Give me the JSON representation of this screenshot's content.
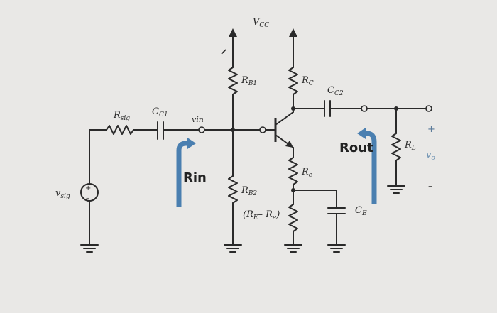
{
  "labels": {
    "vcc": "V",
    "vcc_sub": "CC",
    "rb1": "R",
    "rb1_sub": "B1",
    "rc": "R",
    "rc_sub": "C",
    "cc2": "C",
    "cc2_sub": "C2",
    "rsig": "R",
    "rsig_sub": "sig",
    "cc1": "C",
    "cc1_sub": "C1",
    "vin": "vin",
    "rout": "Rout",
    "rin": "Rin",
    "rl": "R",
    "rl_sub": "L",
    "re": "R",
    "re_sub": "e",
    "rb2": "R",
    "rb2_sub": "B2",
    "re_rest": "(R",
    "re_rest_sub": "E",
    "re_rest_tail": "– R",
    "re_rest_sub2": "e",
    "re_rest_close": ")",
    "ce": "C",
    "ce_sub": "E",
    "vsig": "v",
    "vsig_sub": "sig",
    "vo": "v",
    "vo_sub": "o",
    "plus": "+",
    "minus": "–"
  },
  "colors": {
    "arrow_blue": "#4a7fb0",
    "wire": "#2a2a2a"
  }
}
